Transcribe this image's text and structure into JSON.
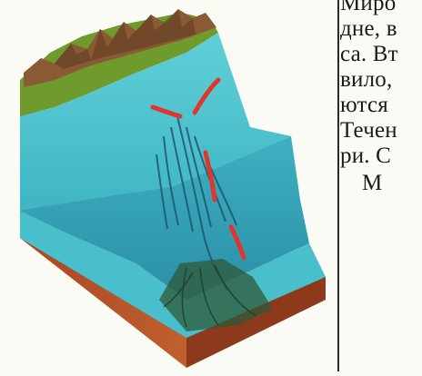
{
  "illustration": {
    "subject": "block-diagram",
    "colors": {
      "water": "#4fc3cc",
      "water_dark": "#2b8fa3",
      "soil": "#b04d2a",
      "soil_dark": "#7a2f1a",
      "land": "#6f9a2c",
      "mountain": "#8a5a34",
      "current": "#e0362c"
    }
  },
  "text_column": {
    "lines": [
      "Миро",
      "дне, в",
      "са. Вт",
      "вило,",
      "ются",
      "Течен",
      "ри. С",
      "М"
    ]
  }
}
